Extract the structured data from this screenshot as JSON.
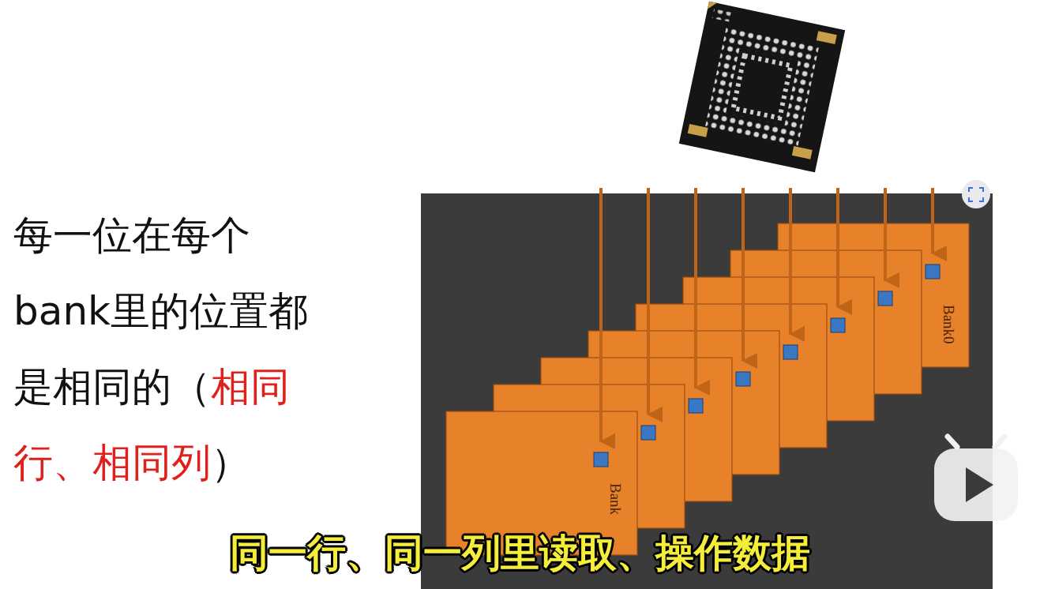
{
  "diagram": {
    "caption": "同一行、同一列里读取、操作数据",
    "labels": [
      "每一位在每个bank里的位置都是相同的（",
      "相同行、相同列",
      "）",
      "Bank0",
      "Bank"
    ]
  }
}
